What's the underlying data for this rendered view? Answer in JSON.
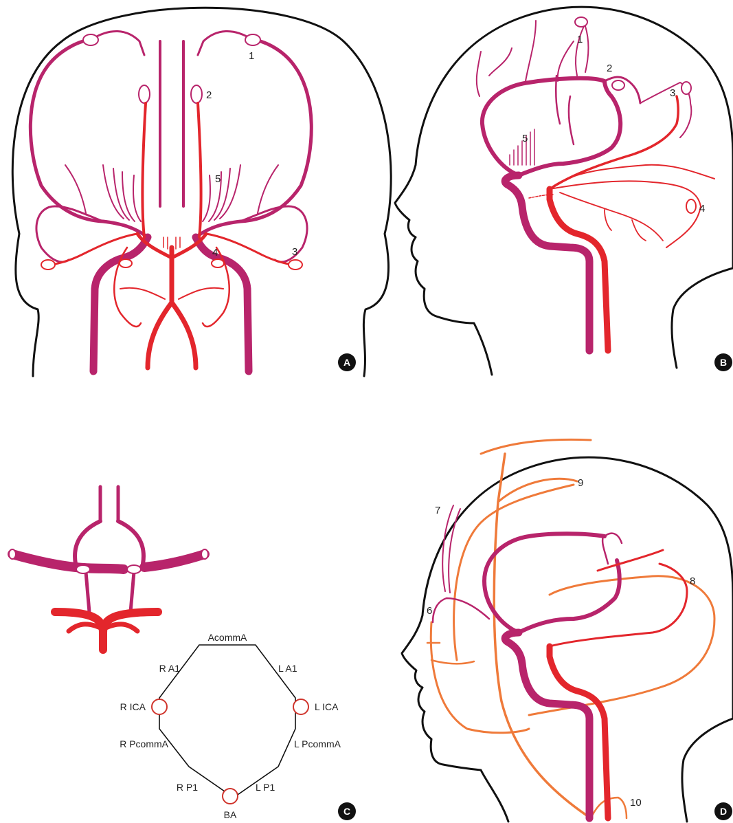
{
  "panels": [
    {
      "id": "A",
      "labels": [
        "1",
        "2",
        "5",
        "4",
        "3"
      ]
    },
    {
      "id": "B",
      "labels": [
        "1",
        "2",
        "3",
        "5",
        "4"
      ]
    },
    {
      "id": "C",
      "labels": []
    },
    {
      "id": "D",
      "labels": [
        "7",
        "9",
        "8",
        "6",
        "10"
      ]
    }
  ],
  "circle_of_willis": {
    "nodes": {
      "acomm": "AcommA",
      "r_a1": "R A1",
      "l_a1": "L A1",
      "r_ica": "R ICA",
      "l_ica": "L ICA",
      "r_pcomm": "R PcommA",
      "l_pcomm": "L PcommA",
      "r_p1": "R P1",
      "l_p1": "L P1",
      "ba": "BA"
    }
  },
  "colors": {
    "internal_carotid": "#b8246b",
    "vertebrobasilar": "#e3262c",
    "external_carotid": "#ef7a3a",
    "outline": "#111111"
  }
}
